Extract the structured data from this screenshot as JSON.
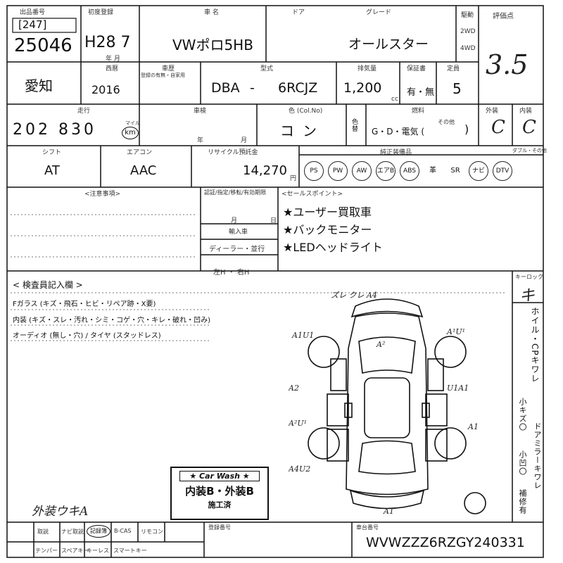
{
  "header": {
    "lot_label": "出品番号",
    "lot_bracket": "[247]",
    "lot_number": "25046",
    "first_reg_label": "初度登録",
    "first_reg": "H28 7",
    "year_month_label": "年 月",
    "car_name_label": "車 名",
    "car_name": "VWポロ5HB",
    "door_label": "ドア",
    "grade_label": "グレード",
    "grade": "オールスター",
    "drive_label": "駆動",
    "drive_2wd": "2WD",
    "drive_4wd": "4WD",
    "score_label": "評価点",
    "score": "3.5"
  },
  "row2": {
    "region": "愛知",
    "year_label": "西暦",
    "year": "2016",
    "history_label": "車歴",
    "history_sub": "登録の有無・自家用",
    "model_label": "型式",
    "model_prefix": "DBA",
    "model_dash": "-",
    "model_code": "6RCJZ",
    "displacement_label": "排気量",
    "displacement": "1,200",
    "displacement_unit": "cc",
    "warranty_label": "保証書",
    "warranty": "有・無",
    "capacity_label": "定員",
    "capacity": "5"
  },
  "row3": {
    "mileage_label": "走行",
    "mileage": "202 830",
    "mileage_unit_top": "マイル",
    "mileage_unit": "km",
    "inspection_label": "車検",
    "year_label": "年",
    "month_label": "月",
    "color_label": "色 (Col.No)",
    "color": "コン",
    "color_change": "色替",
    "fuel_label": "燃料",
    "fuel": "G・D・電気 (",
    "fuel_other": "その他",
    "fuel_close": ")",
    "exterior_label": "外装",
    "exterior": "C",
    "interior_label": "内装",
    "interior": "C"
  },
  "row4": {
    "shift_label": "シフト",
    "shift": "AT",
    "ac_label": "エアコン",
    "ac": "AAC",
    "recycle_label": "リサイクル預託金",
    "recycle": "14,270",
    "recycle_unit": "円",
    "equipment_label": "純正装備品",
    "equipment_other": "ダブル・その他",
    "equipment": [
      "PS",
      "PW",
      "AW",
      "エアB",
      "ABS",
      "革",
      "SR",
      "ナビ",
      "DTV"
    ],
    "equipment_circled": [
      true,
      true,
      true,
      true,
      true,
      false,
      false,
      true,
      true
    ]
  },
  "notes": {
    "caution_label": "<注意事項>",
    "inspection_expiry_label": "認証/指定/移転/有効期限",
    "month_label": "月",
    "day_label": "日",
    "import_label": "輸入車",
    "import_value": "ディーラー・並行",
    "handle_value": "左H ・ 右H",
    "sales_label": "<セールスポイント>",
    "sales_points": [
      "★ユーザー買取車",
      "★バックモニター",
      "★LEDヘッドライト"
    ]
  },
  "inspector": {
    "title": "< 検査員記入欄 >",
    "line1": "Fガラス (キズ・飛石・ヒビ・リペア跡・X要)",
    "line2": "内装 (キズ・スレ・汚れ・シミ・コゲ・穴・キレ・破れ・凹み)",
    "line3": "オーディオ (無し・穴) / タイヤ (スタッドレス)",
    "handwritten": "外装ウキA"
  },
  "damage_marks": [
    "ズレ クレ A4",
    "A²",
    "A¹U¹",
    "A1U1",
    "A2",
    "U1A1",
    "A²U¹",
    "A1",
    "A4U2",
    "A1"
  ],
  "right_margin": {
    "keylock_label": "キーロック",
    "keylock_mark": "キ",
    "col1": "ホイル・CPキワレ",
    "col1b": "小キズ〇",
    "col2": "ドアミラーキワレ",
    "col2b": "小凹〇",
    "col2c": "補修有"
  },
  "stamp": {
    "title": "★ Car Wash ★",
    "line1": "内装B・外装B",
    "line2": "施工済"
  },
  "footer": {
    "items_top": [
      "取説",
      "ナビ取説",
      "記録簿",
      "B-CAS",
      "リモコン"
    ],
    "items_bottom": [
      "テンパー",
      "スペアキー",
      "キーレス",
      "スマートキー"
    ],
    "registration_label": "登録番号",
    "vin_label": "車台番号",
    "vin": "WVWZZZ6RZGY240331"
  }
}
